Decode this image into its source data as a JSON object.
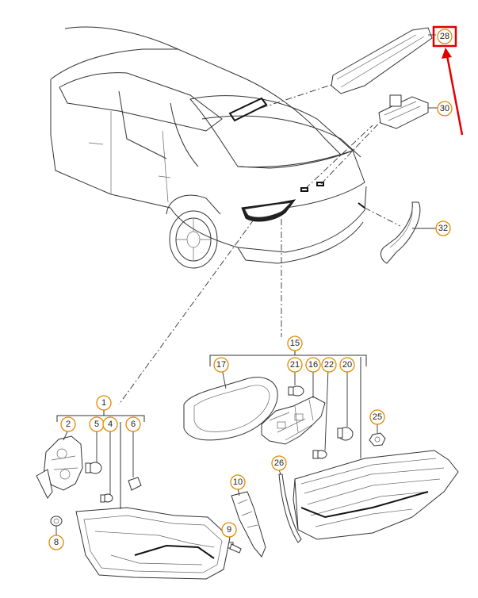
{
  "callouts": {
    "c1": "1",
    "c2": "2",
    "c4": "4",
    "c5": "5",
    "c6": "6",
    "c8": "8",
    "c9": "9",
    "c10": "10",
    "c15": "15",
    "c16": "16",
    "c17": "17",
    "c20": "20",
    "c21": "21",
    "c22": "22",
    "c25": "25",
    "c26": "26",
    "c28": "28",
    "c30": "30",
    "c32": "32"
  },
  "colors": {
    "callout_ring": "#e08a00",
    "highlight": "#e00000",
    "line": "#333333"
  },
  "highlighted_part": "28"
}
